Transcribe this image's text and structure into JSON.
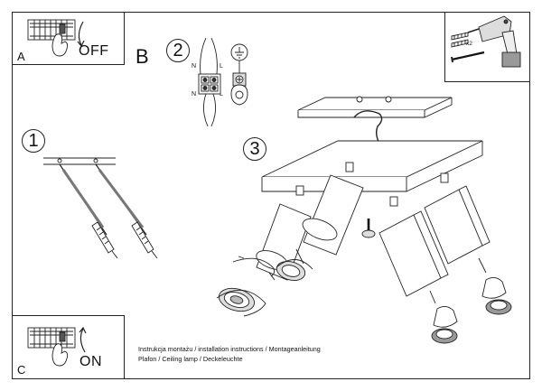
{
  "panels": {
    "a": {
      "letter": "A",
      "switch_label": "OFF"
    },
    "c": {
      "letter": "C",
      "switch_label": "ON"
    }
  },
  "wiring": {
    "section": "B",
    "step": "2",
    "n_top": "N",
    "n_bottom": "N",
    "l_top": "L",
    "l_bottom": "L"
  },
  "steps": {
    "mount": "1",
    "assembly": "3"
  },
  "tools": {
    "anchor_count": "x2"
  },
  "captions": {
    "line1": "Instrukcja montażu / installation instructions / Montageanleitung",
    "line2": "Plafon / Ceiling lamp / Deckeleuchte"
  }
}
